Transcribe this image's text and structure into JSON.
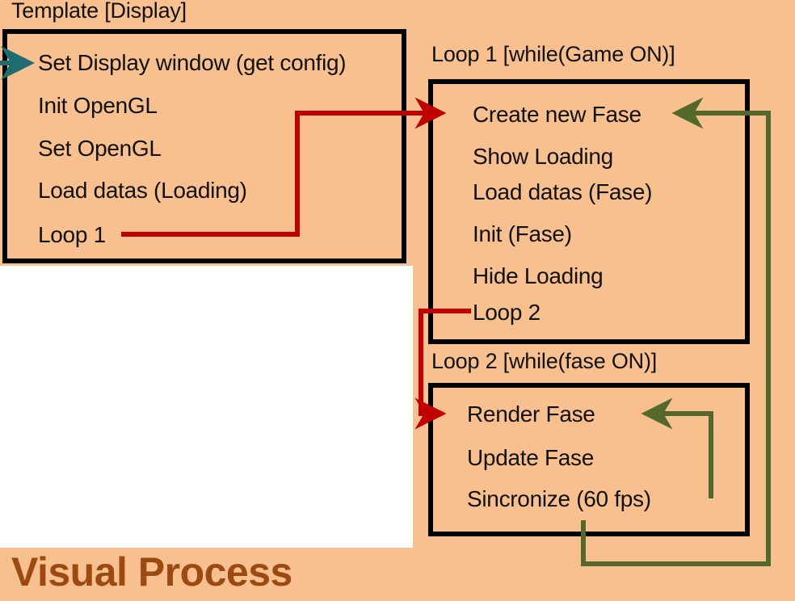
{
  "figure": {
    "footer_title": "Visual Process",
    "background_color": "#f8bf8f",
    "panel_color": "#ffffff",
    "box_border_color": "#000000",
    "footer_title_color": "#9c4a12"
  },
  "template_block": {
    "caption": "Template [Display]",
    "steps": [
      "Set Display window (get config)",
      "Init OpenGL",
      "Set OpenGL",
      "Load datas (Loading)",
      "Loop 1"
    ]
  },
  "loop1_block": {
    "caption": "Loop 1 [while(Game ON)]",
    "steps": [
      "Create new Fase",
      "Show Loading",
      "Load datas (Fase)",
      "Init (Fase)",
      "Hide Loading",
      "Loop 2"
    ]
  },
  "loop2_block": {
    "caption": "Loop 2 [while(fase ON)]",
    "steps": [
      "Render Fase",
      "Update Fase",
      "Sincronize (60 fps)"
    ]
  },
  "connectors": {
    "entry_arrow": {
      "name": "entry-arrow",
      "color": "#1f6b72",
      "description": "teal entry arrow into Set Display window"
    },
    "call_loop1": {
      "name": "call-loop1-arrow",
      "color": "#c00000",
      "description": "red arrow from Loop 1 to Create new Fase"
    },
    "call_loop2": {
      "name": "call-loop2-arrow",
      "color": "#c00000",
      "description": "red arrow from Loop 2 to Render Fase"
    },
    "return_loop1": {
      "name": "return-loop1-arrow",
      "color": "#54682b",
      "description": "green return arrow from Sincronize back to Create new Fase"
    },
    "return_loop2": {
      "name": "return-loop2-arrow",
      "color": "#54682b",
      "description": "green return arrow from Sincronize back to Render Fase"
    }
  }
}
